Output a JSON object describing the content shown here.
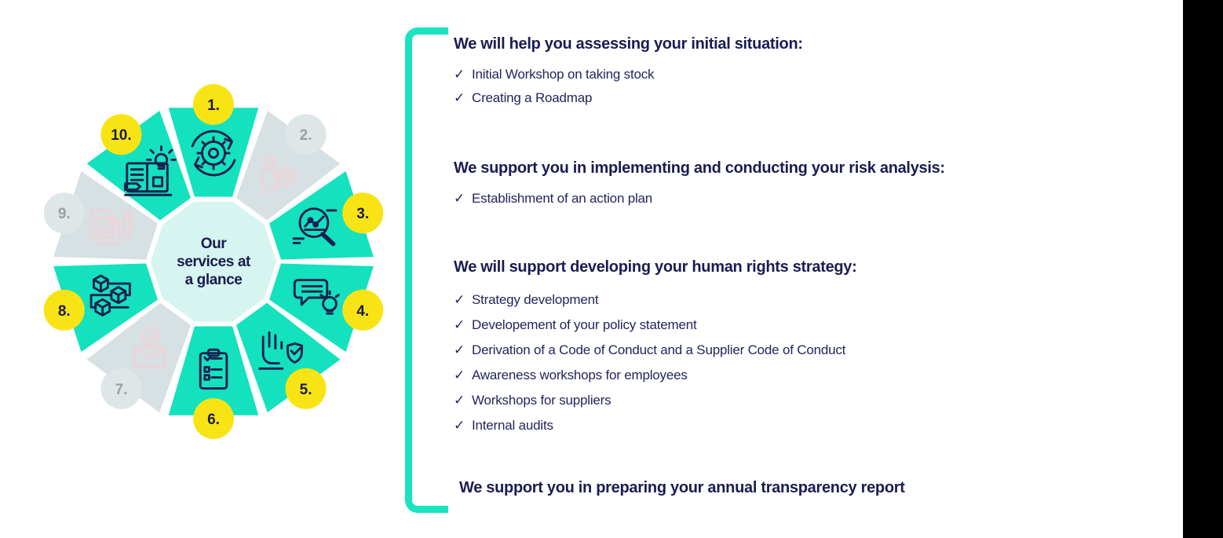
{
  "wheel": {
    "center_lines": [
      "Our",
      "services at",
      "a glance"
    ],
    "segments": [
      {
        "number": "1.",
        "active": true,
        "icon": "gear-cycle-icon"
      },
      {
        "number": "2.",
        "active": false,
        "icon": "person-gear-icon"
      },
      {
        "number": "3.",
        "active": true,
        "icon": "chart-magnifier-icon"
      },
      {
        "number": "4.",
        "active": true,
        "icon": "speech-lightbulb-icon"
      },
      {
        "number": "5.",
        "active": true,
        "icon": "hand-shield-icon"
      },
      {
        "number": "6.",
        "active": true,
        "icon": "clipboard-checklist-icon"
      },
      {
        "number": "7.",
        "active": false,
        "icon": "envelope-check-icon"
      },
      {
        "number": "8.",
        "active": true,
        "icon": "cubes-network-icon"
      },
      {
        "number": "9.",
        "active": false,
        "icon": "documents-pencil-icon"
      },
      {
        "number": "10.",
        "active": true,
        "icon": "book-lightbulb-icon"
      }
    ],
    "colors": {
      "active": "#14E1BE",
      "inactive": "#D7E0E2",
      "center": "#D6F4F0",
      "badge": "#F8E414",
      "badge_inactive": "#DEE6E8",
      "number": "#1A1B4F",
      "number_inactive": "#97A2A6",
      "icon": "#1B2150",
      "icon_inactive": "#EDD3D9"
    }
  },
  "accent_colors": {
    "bracket": "#19E3C1",
    "text_navy": "#1B1C52"
  },
  "glyphs": {
    "check": "✓"
  },
  "sections": [
    {
      "heading": "We will help you assessing your initial situation:",
      "items": [
        "Initial Workshop on taking stock",
        "Creating a Roadmap"
      ]
    },
    {
      "heading": "We support you in implementing and conducting your risk analysis:",
      "items": [
        "Establishment of an action plan"
      ]
    },
    {
      "heading": "We will support developing your human rights strategy:",
      "items": [
        "Strategy development",
        "Developement of your policy statement",
        "Derivation of a Code of Conduct and a Supplier Code of Conduct",
        "Awareness workshops for employees",
        "Workshops for suppliers",
        "Internal audits"
      ]
    },
    {
      "heading": "We support you in preparing your annual transparency report",
      "items": []
    }
  ]
}
